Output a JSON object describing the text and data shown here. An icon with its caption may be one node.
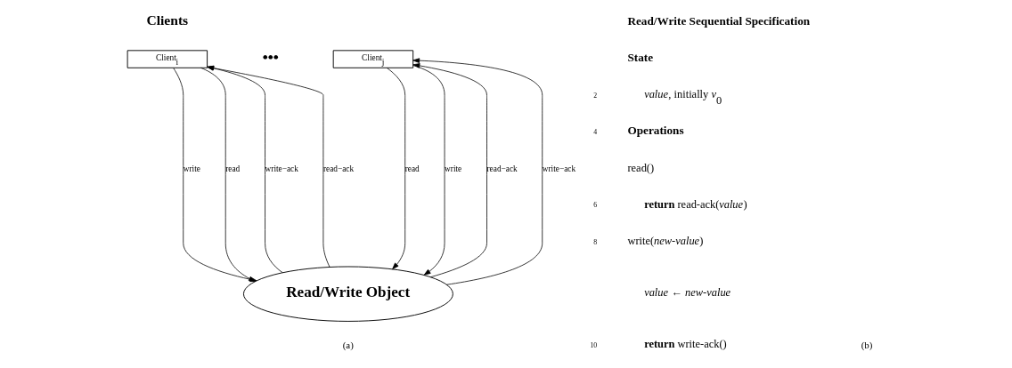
{
  "diagram": {
    "nodes": [
      {
        "text": [
          "Client$_{i}$"
        ]
      },
      {
        "text": [
          "Client$_{j}$"
        ]
      },
      {
        "text": [
          "Read/Write Object"
        ]
      }
    ],
    "edges": [
      {
        "from": 2,
        "to": 0,
        "arrow": "to",
        "label": "write−ack"
      },
      {
        "from": 0,
        "to": 2,
        "arrow": "to",
        "label": "write"
      },
      {
        "from": 0,
        "to": 2,
        "arrow": "to",
        "label": "read"
      },
      {
        "from": 2,
        "to": 0,
        "arrow": "to",
        "label": "read−ack"
      },
      {
        "from": 2,
        "to": 1,
        "arrow": "to",
        "label": "read−ack"
      },
      {
        "from": 1,
        "to": 2,
        "arrow": "to",
        "label": "read"
      },
      {
        "from": 1,
        "to": 2,
        "arrow": "to",
        "label": "write"
      },
      {
        "from": 2,
        "to": 1,
        "arrow": "to",
        "label": "write−ack"
      }
    ],
    "labels": [
      "Clients",
      "•••",
      "(a)",
      "Read/Write Sequential Specification",
      "State",
      "2",
      "*value*, initially *v*$_{0}$",
      "4",
      "Operations",
      "read()",
      "6",
      "**return** read-ack(*value*)",
      "8",
      "write(*new-value*)",
      "*value* ← *new-value*",
      "10",
      "**return** write-ack()",
      "(b)"
    ]
  }
}
